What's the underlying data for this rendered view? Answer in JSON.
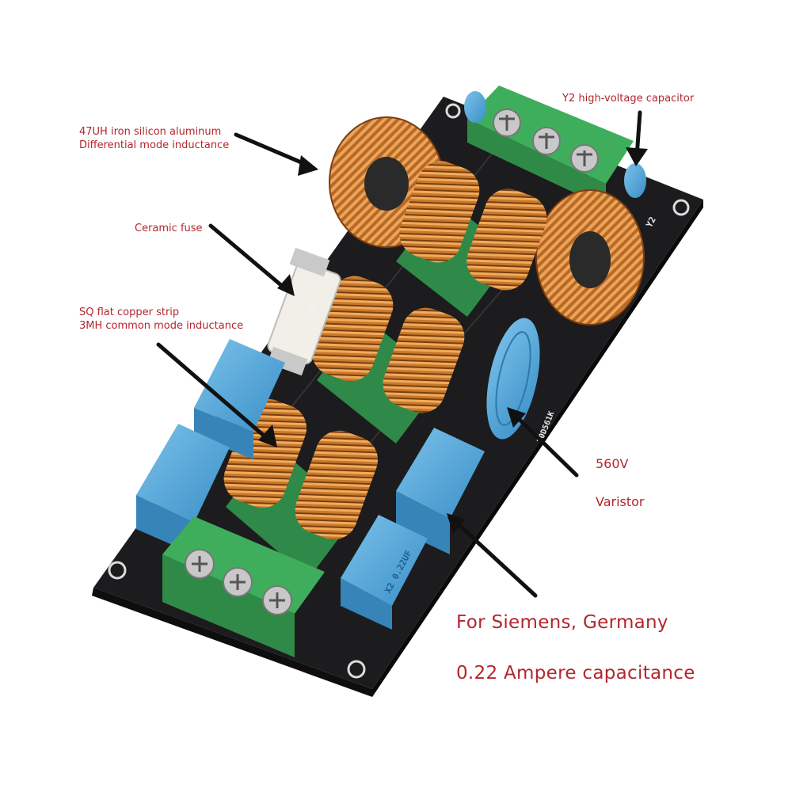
{
  "annotations": {
    "differential_inductor_line1": "47UH iron silicon aluminum",
    "differential_inductor_line2": "Differential mode inductance",
    "y2_capacitor": "Y2 high-voltage capacitor",
    "ceramic_fuse": "Ceramic fuse",
    "common_mode_line1": "SQ flat copper strip",
    "common_mode_line2": "3MH common mode inductance",
    "varistor_voltage": "560V",
    "varistor": "Varistor",
    "x2_capacitor_line1": "For Siemens, Germany",
    "x2_capacitor_line2": "0.22 Ampere capacitance"
  },
  "board_markings": {
    "fuse": "FUSE",
    "y2": "Y2",
    "varistor_code": "20D561K",
    "capacitor_code": "X2 0.22UF"
  },
  "colors": {
    "annotation_text": "#b3262d",
    "arrow": "#111111",
    "pcb": "#1c1c1e",
    "terminal_block": "#4fc06a",
    "copper_coil": "#c9782a",
    "capacitor_blue": "#4aa3d8",
    "bobbin_green": "#2f8a4a"
  }
}
